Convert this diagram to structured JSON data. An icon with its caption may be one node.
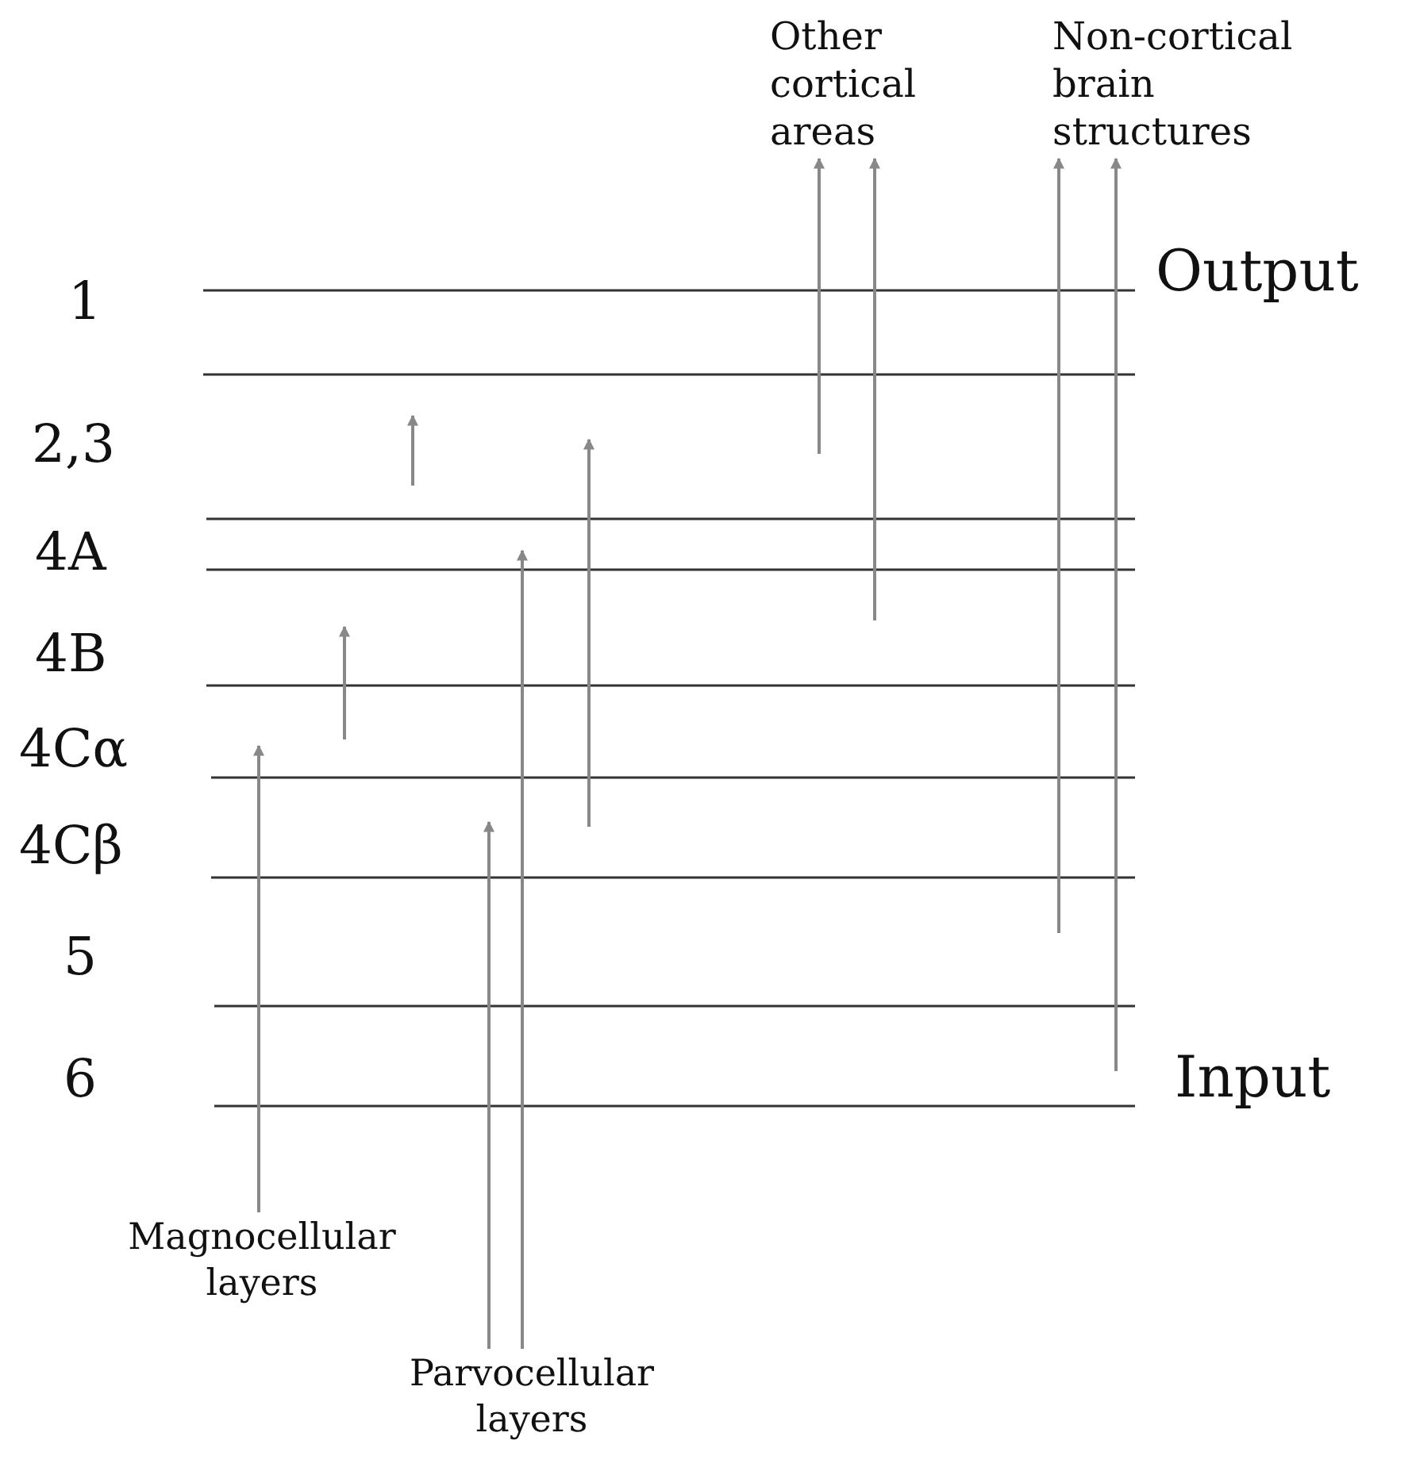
{
  "diagram": {
    "nodes": [
      {
        "text": [
          "Other cortical areas"
        ]
      },
      {
        "text": [
          "Non-cortical brain structures"
        ]
      },
      {
        "text": [
          "Magnocellular layers"
        ]
      },
      {
        "text": [
          "Parvocellular layers"
        ]
      }
    ],
    "edges": [
      {
        "from": 2,
        "to": null,
        "arrow": "to"
      },
      {
        "from": 3,
        "to": null,
        "arrow": "to"
      },
      {
        "from": 3,
        "to": null,
        "arrow": "to"
      },
      {
        "from": null,
        "to": 0,
        "arrow": "to"
      },
      {
        "from": null,
        "to": 0,
        "arrow": "to"
      },
      {
        "from": null,
        "to": 1,
        "arrow": "to"
      },
      {
        "from": null,
        "to": 1,
        "arrow": "to"
      }
    ],
    "labels": [
      "Output",
      "1",
      "2,3",
      "4A",
      "4B",
      "4Cα",
      "4Cβ",
      "5",
      "6",
      "Input"
    ]
  }
}
